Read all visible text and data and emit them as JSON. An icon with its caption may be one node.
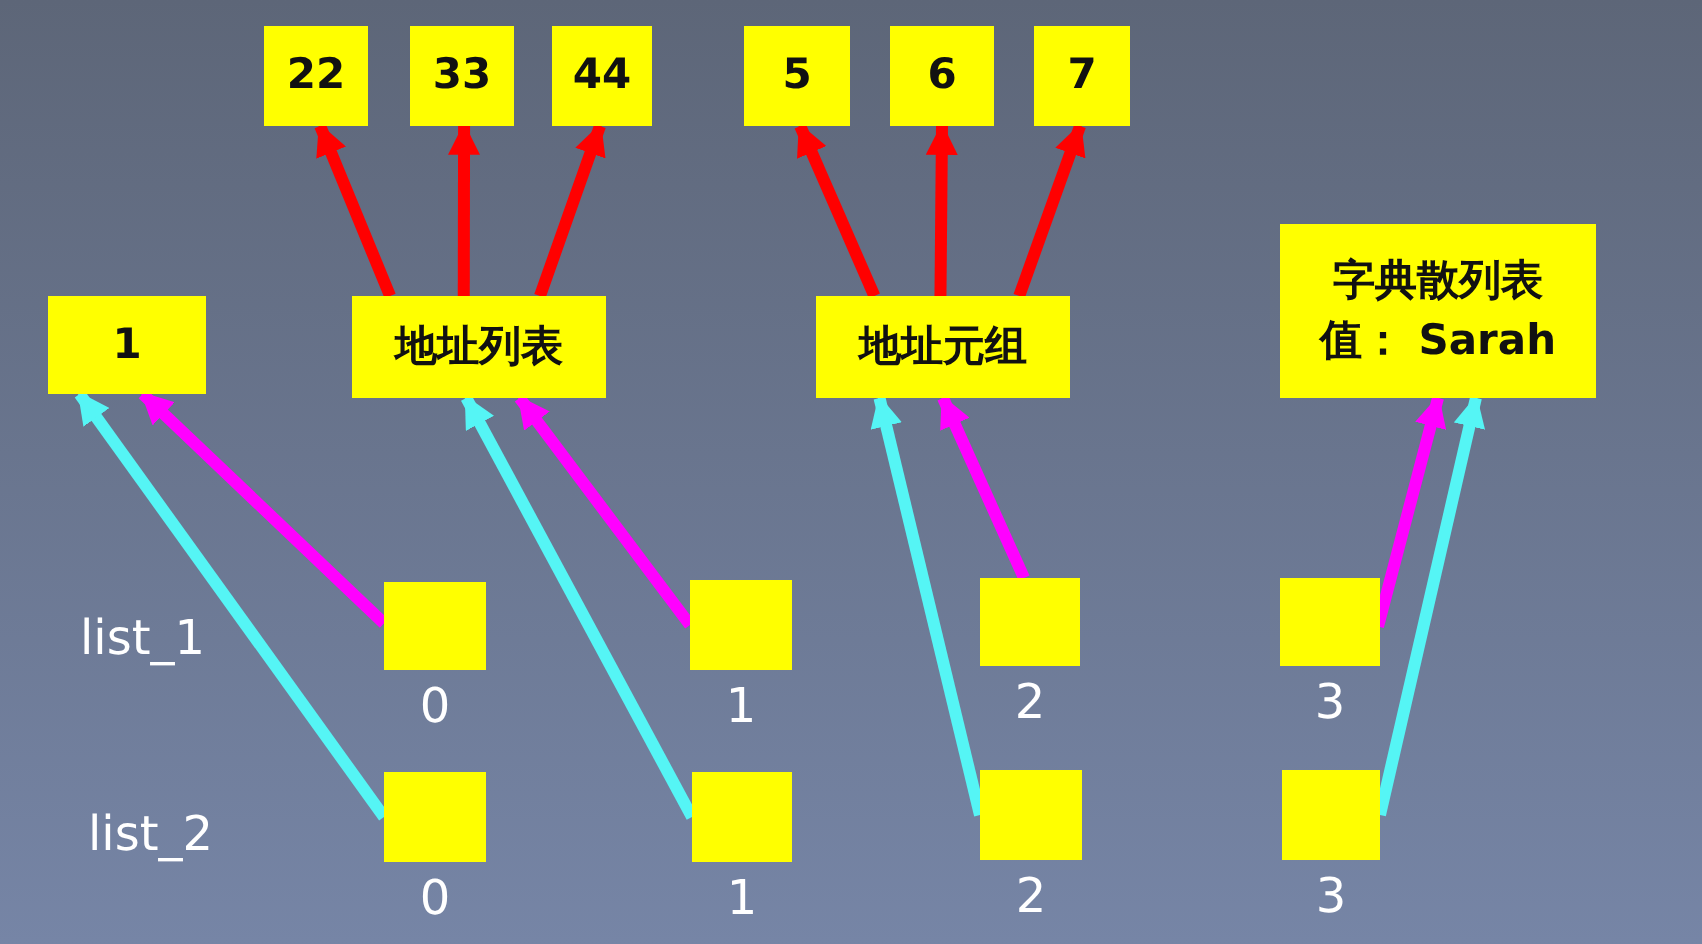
{
  "diagram": {
    "nodes": [
      {
        "text": [
          "22"
        ]
      },
      {
        "text": [
          "33"
        ]
      },
      {
        "text": [
          "44"
        ]
      },
      {
        "text": [
          "5"
        ]
      },
      {
        "text": [
          "6"
        ]
      },
      {
        "text": [
          "7"
        ]
      },
      {
        "text": [
          "1"
        ]
      },
      {
        "text": [
          "地址列表"
        ]
      },
      {
        "text": [
          "地址元组"
        ]
      },
      {
        "text": [
          "字典散列表",
          "值： Sarah"
        ]
      },
      {
        "text": [],
        "shape": "box",
        "beside": [
          "0"
        ]
      },
      {
        "text": [],
        "shape": "box",
        "beside": [
          "1"
        ]
      },
      {
        "text": [],
        "shape": "box",
        "beside": [
          "2"
        ]
      },
      {
        "text": [],
        "shape": "box",
        "beside": [
          "3"
        ]
      },
      {
        "text": [],
        "shape": "box",
        "beside": [
          "0"
        ]
      },
      {
        "text": [],
        "shape": "box",
        "beside": [
          "1"
        ]
      },
      {
        "text": [],
        "shape": "box",
        "beside": [
          "2"
        ]
      },
      {
        "text": [],
        "shape": "box",
        "beside": [
          "3"
        ]
      }
    ],
    "edges": [
      {
        "from": 7,
        "to": 0,
        "arrow": "to"
      },
      {
        "from": 7,
        "to": 1,
        "arrow": "to"
      },
      {
        "from": 7,
        "to": 2,
        "arrow": "to"
      },
      {
        "from": 8,
        "to": 3,
        "arrow": "to"
      },
      {
        "from": 8,
        "to": 4,
        "arrow": "to"
      },
      {
        "from": 8,
        "to": 5,
        "arrow": "to"
      },
      {
        "from": 10,
        "to": 6,
        "arrow": "to",
        "color": "#ff00ff"
      },
      {
        "from": 11,
        "to": 7,
        "arrow": "to",
        "color": "#ff00ff"
      },
      {
        "from": 12,
        "to": 8,
        "arrow": "to",
        "color": "#ff00ff"
      },
      {
        "from": 13,
        "to": 9,
        "arrow": "to",
        "color": "#ff00ff"
      },
      {
        "from": 14,
        "to": 6,
        "arrow": "to",
        "color": "#55f5f5"
      },
      {
        "from": 15,
        "to": 7,
        "arrow": "to",
        "color": "#55f5f5"
      },
      {
        "from": 16,
        "to": 8,
        "arrow": "to",
        "color": "#55f5f5"
      },
      {
        "from": 17,
        "to": 9,
        "arrow": "to",
        "color": "#55f5f5"
      }
    ],
    "labels": [
      "list_1",
      "list_2"
    ]
  }
}
